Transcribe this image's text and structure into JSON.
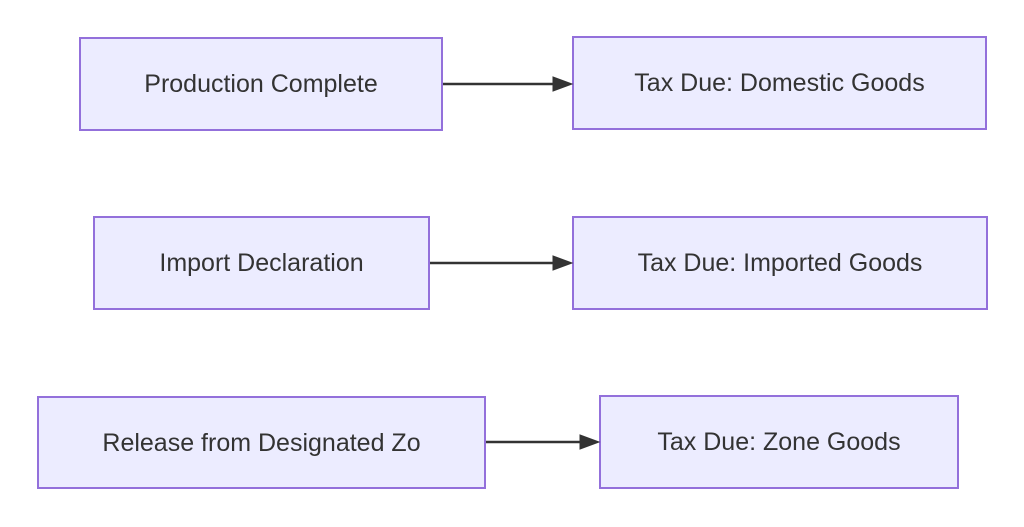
{
  "diagram": {
    "type": "flowchart-LR",
    "background_color": "#ffffff",
    "node_fill_color": "#ECECFF",
    "node_border_color": "#9370DB",
    "text_color": "#333333",
    "arrow_color": "#333333",
    "rows": [
      {
        "source": "Production Complete",
        "target": "Tax Due: Domestic Goods"
      },
      {
        "source": "Import Declaration",
        "target": "Tax Due: Imported Goods"
      },
      {
        "source": "Release from Designated Zo",
        "target": "Tax Due: Zone Goods"
      }
    ]
  }
}
